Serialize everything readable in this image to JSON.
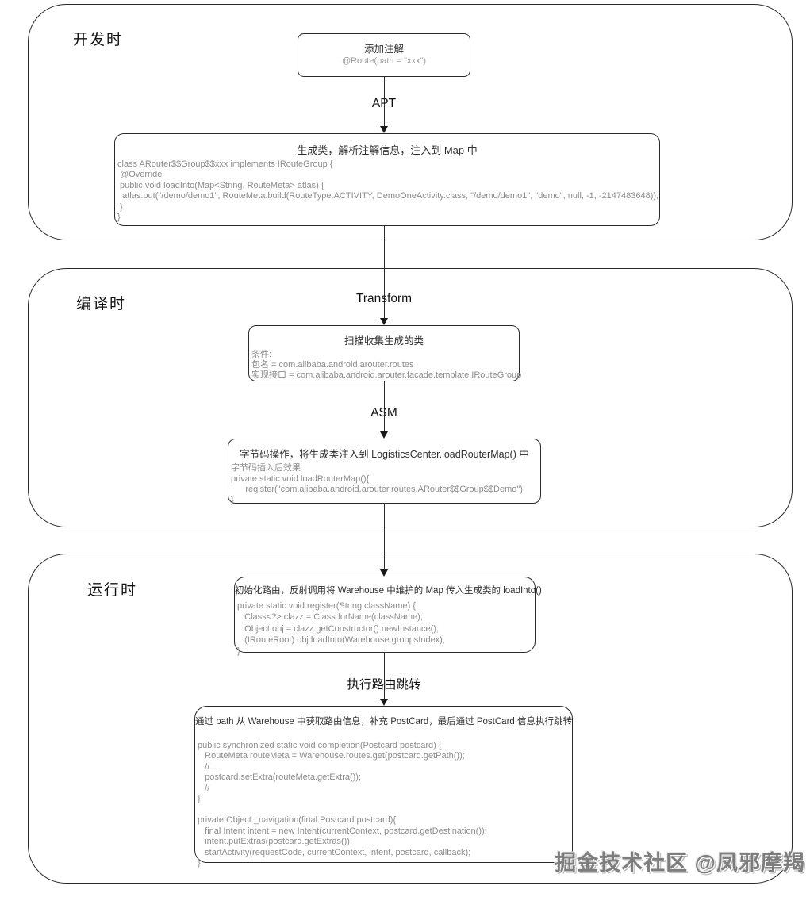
{
  "stages": [
    {
      "label": "开发时"
    },
    {
      "label": "编译时"
    },
    {
      "label": "运行时"
    }
  ],
  "arrows": {
    "apt": "APT",
    "transform": "Transform",
    "asm": "ASM",
    "jump": "执行路由跳转"
  },
  "boxes": {
    "annotate": {
      "title": "添加注解",
      "code": "@Route(path = \"xxx\")"
    },
    "generate": {
      "title": "生成类，解析注解信息，注入到 Map 中",
      "code": "class ARouter$$Group$$xxx implements IRouteGroup {\n @Override\n public void loadInto(Map<String, RouteMeta> atlas) {\n  atlas.put(\"/demo/demo1\", RouteMeta.build(RouteType.ACTIVITY, DemoOneActivity.class, \"/demo/demo1\", \"demo\", null, -1, -2147483648));\n }\n}"
    },
    "scan": {
      "title": "扫描收集生成的类",
      "code": "条件:\n包名 = com.alibaba.android.arouter.routes\n实现接口 = com.alibaba.android.arouter.facade.template.IRouteGroup"
    },
    "bytecode": {
      "title": "字节码操作，将生成类注入到 LogisticsCenter.loadRouterMap() 中",
      "code": "字节码插入后效果:\nprivate static void loadRouterMap(){\n      register(\"com.alibaba.android.arouter.routes.ARouter$$Group$$Demo\")\n}"
    },
    "init": {
      "title": "初始化路由，反射调用将 Warehouse 中维护的 Map 传入生成类的 loadInto()",
      "code": "private static void register(String className) {\n   Class<?> clazz = Class.forName(className);\n   Object obj = clazz.getConstructor().newInstance();\n   (IRouteRoot) obj.loadInto(Warehouse.groupsIndex);\n}"
    },
    "completion": {
      "title": "通过 path 从 Warehouse 中获取路由信息，补充 PostCard，最后通过 PostCard 信息执行跳转",
      "code": "\npublic synchronized static void completion(Postcard postcard) {\n   RouteMeta routeMeta = Warehouse.routes.get(postcard.getPath());\n   //...\n   postcard.setExtra(routeMeta.getExtra());\n   //\n}\n\nprivate Object _navigation(final Postcard postcard){\n   final Intent intent = new Intent(currentContext, postcard.getDestination());\n   intent.putExtras(postcard.getExtras());\n   startActivity(requestCode, currentContext, intent, postcard, callback);\n}"
    }
  },
  "watermark": "掘金技术社区 @凤邪摩羯",
  "colors": {
    "background": "#ffffff",
    "border": "#2a2a2a",
    "title_text": "#2f2f2f",
    "code_text": "#8c8c8c",
    "label_text": "#111111",
    "watermark_text": "#7d7d7d"
  }
}
